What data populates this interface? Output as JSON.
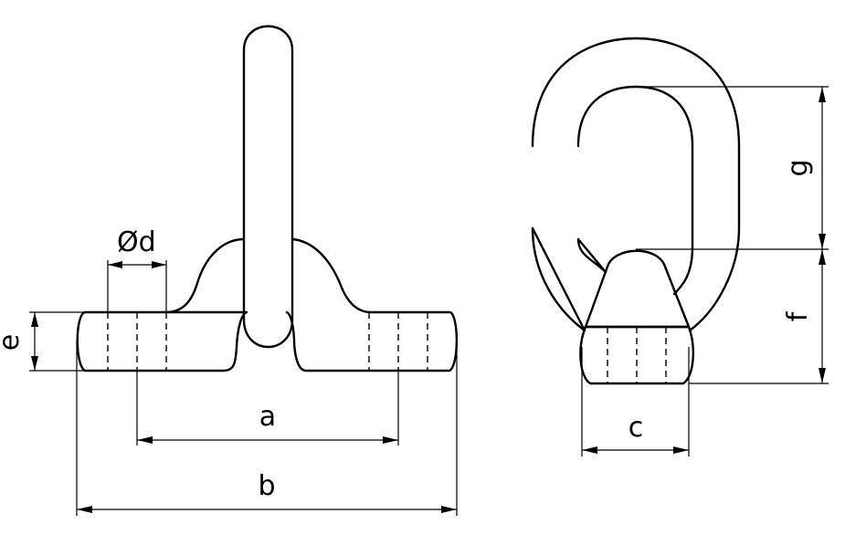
{
  "diagram": {
    "labels": {
      "d": "Ød",
      "e": "e",
      "a": "a",
      "b": "b",
      "c": "c",
      "f": "f",
      "g": "g"
    },
    "colors": {
      "line": "#000000",
      "background": "#ffffff"
    }
  }
}
